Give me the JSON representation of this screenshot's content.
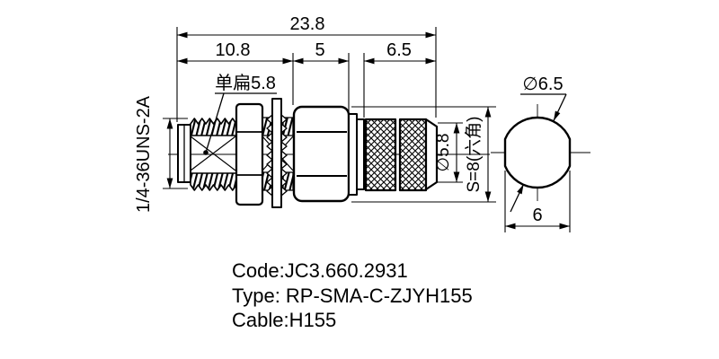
{
  "drawing": {
    "dims": {
      "overall_length": "23.8",
      "front_section_length": "10.8",
      "hex_section_length": "5",
      "rear_section_length": "6.5",
      "flat_label": "单扁5.8",
      "thread_spec": "1/4-36UNS-2A",
      "cable_entry_diameter": "∅5.8",
      "hex_across_flats": "S=8(六角)",
      "end_view_diameter": "∅6.5",
      "end_view_across_flats": "6"
    },
    "notes": {
      "code": "Code:JC3.660.2931",
      "type": "Type: RP-SMA-C-ZJYH155",
      "cable": "Cable:H155"
    },
    "colors": {
      "line": "#000000",
      "background": "#ffffff"
    }
  }
}
